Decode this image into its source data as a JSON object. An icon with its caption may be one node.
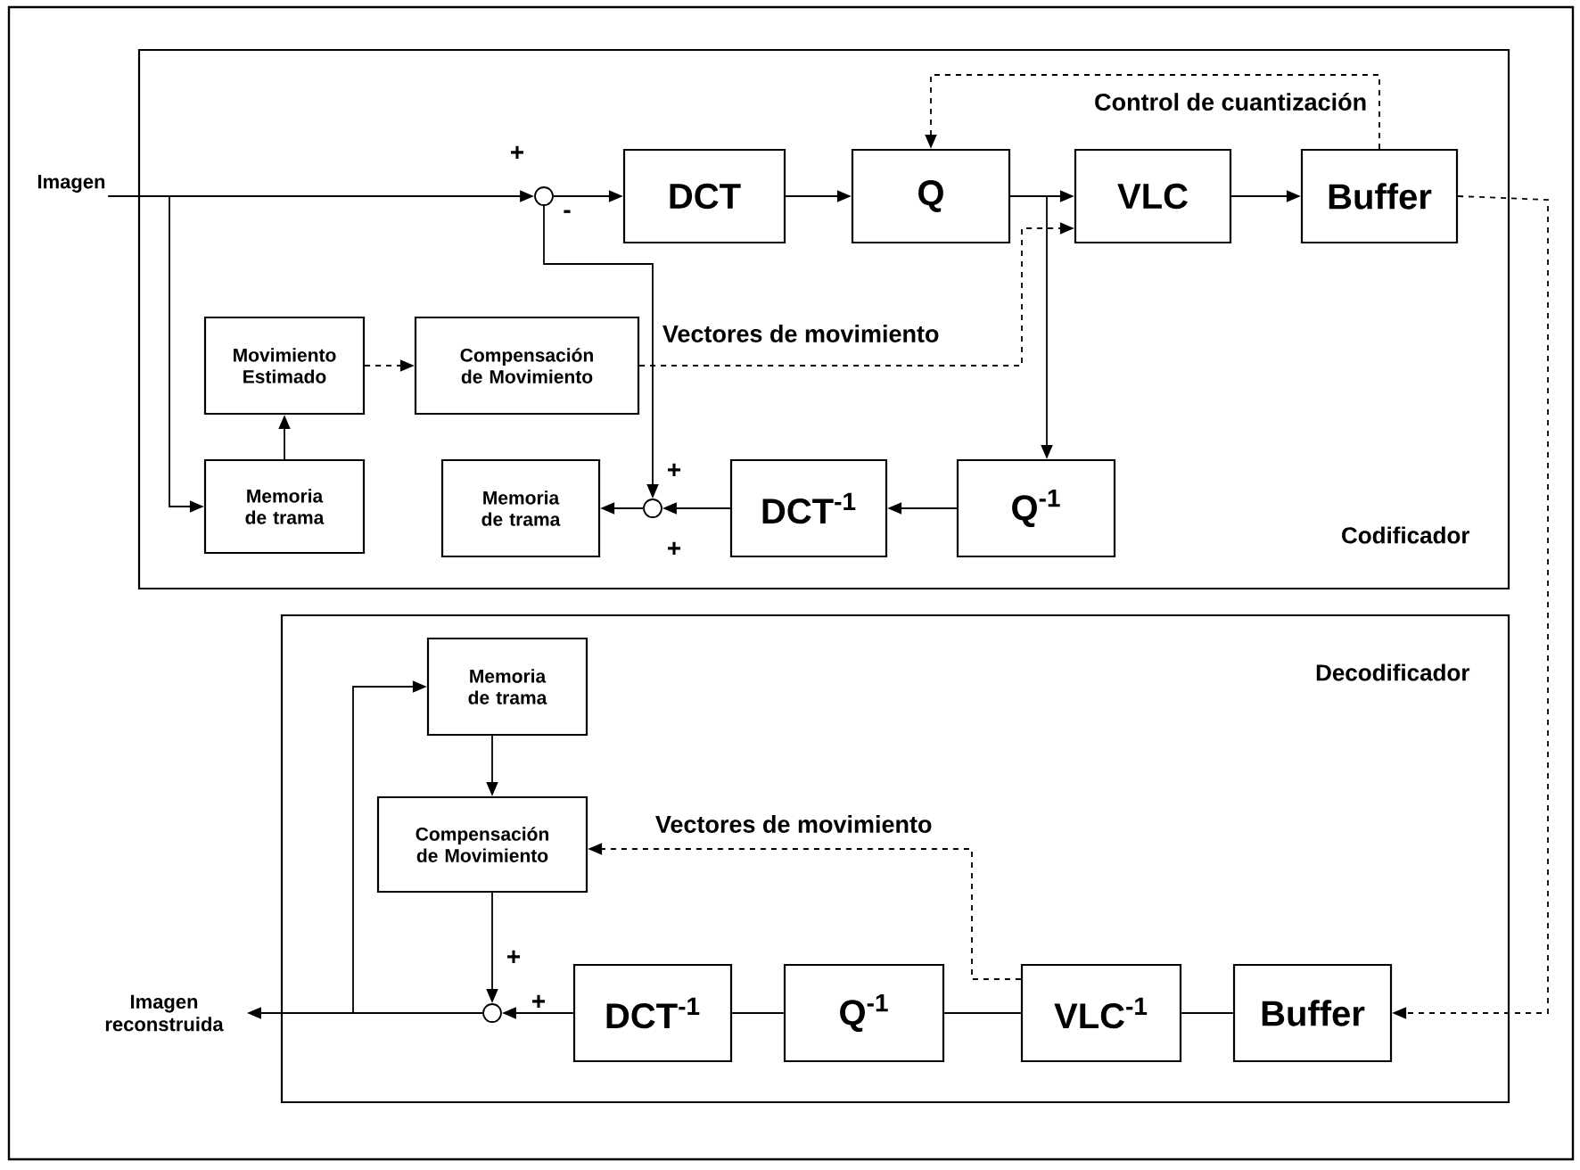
{
  "diagram": {
    "nodes": [
      {
        "text": [
          "Codificador"
        ]
      },
      {
        "text": [
          "Decodificador"
        ]
      },
      {
        "text": [
          "Imagen"
        ]
      },
      {
        "text": [],
        "shape": "circle",
        "in": 0
      },
      {
        "text": [
          "DCT"
        ],
        "in": 0
      },
      {
        "text": [
          "Q"
        ],
        "in": 0
      },
      {
        "text": [
          "VLC"
        ],
        "in": 0
      },
      {
        "text": [
          "Buffer"
        ],
        "in": 0
      },
      {
        "text": [
          "Movimiento Estimado"
        ],
        "in": 0
      },
      {
        "text": [
          "Compensación de Movimiento"
        ],
        "in": 0
      },
      {
        "text": [
          "Memoria de trama"
        ],
        "in": 0
      },
      {
        "text": [
          "Memoria de trama"
        ],
        "in": 0
      },
      {
        "text": [],
        "shape": "circle",
        "in": 0
      },
      {
        "text": [
          "DCT$^{-1}$"
        ],
        "in": 0
      },
      {
        "text": [
          "Q$^{-1}$"
        ],
        "in": 0
      },
      {
        "text": [
          "Memoria de trama"
        ],
        "in": 1
      },
      {
        "text": [
          "Compensación de Movimiento"
        ],
        "in": 1
      },
      {
        "text": [],
        "shape": "circle",
        "in": 1
      },
      {
        "text": [
          "DCT$^{-1}$"
        ],
        "in": 1
      },
      {
        "text": [
          "Q$^{-1}$"
        ],
        "in": 1
      },
      {
        "text": [
          "VLC$^{-1}$"
        ],
        "in": 1
      },
      {
        "text": [
          "Buffer"
        ],
        "in": 1
      },
      {
        "text": [
          "Imagen reconstruida"
        ]
      }
    ],
    "edges": [
      {
        "from": 2,
        "to": 3,
        "arrow": "to"
      },
      {
        "from": 2,
        "to": 10,
        "arrow": "to"
      },
      {
        "from": 3,
        "to": 4,
        "arrow": "to"
      },
      {
        "from": 4,
        "to": 5,
        "arrow": "to"
      },
      {
        "from": 5,
        "to": 6,
        "arrow": "to"
      },
      {
        "from": 7,
        "to": 5,
        "arrow": "to",
        "style": "dashed",
        "label": "Control de cuantización"
      },
      {
        "from": 6,
        "to": 7,
        "arrow": "to"
      },
      {
        "from": 7,
        "to": 21,
        "arrow": "to",
        "style": "dashed"
      },
      {
        "from": 5,
        "to": 14,
        "arrow": "to"
      },
      {
        "from": 14,
        "to": 13,
        "arrow": "to"
      },
      {
        "from": 13,
        "to": 12,
        "arrow": "to"
      },
      {
        "from": 12,
        "to": 11,
        "arrow": "to"
      },
      {
        "from": 3,
        "to": 12,
        "arrow": "to"
      },
      {
        "from": 8,
        "to": 9,
        "arrow": "to",
        "style": "dashed"
      },
      {
        "from": 10,
        "to": 8,
        "arrow": "to"
      },
      {
        "from": 9,
        "to": 6,
        "arrow": "to",
        "style": "dashed",
        "label": "Vectores de movimiento"
      },
      {
        "from": 21,
        "to": 20,
        "arrow": "none"
      },
      {
        "from": 20,
        "to": 19,
        "arrow": "none"
      },
      {
        "from": 19,
        "to": 18,
        "arrow": "none"
      },
      {
        "from": 18,
        "to": 17,
        "arrow": "to"
      },
      {
        "from": 17,
        "to": 22,
        "arrow": "to"
      },
      {
        "from": 17,
        "to": 15,
        "arrow": "to"
      },
      {
        "from": 15,
        "to": 16,
        "arrow": "to"
      },
      {
        "from": 16,
        "to": 17,
        "arrow": "to"
      },
      {
        "from": 20,
        "to": 16,
        "arrow": "to",
        "style": "dashed",
        "label": "Vectores de movimiento"
      }
    ],
    "labels": [
      "+",
      "-",
      "+",
      "+",
      "+",
      "+"
    ]
  }
}
